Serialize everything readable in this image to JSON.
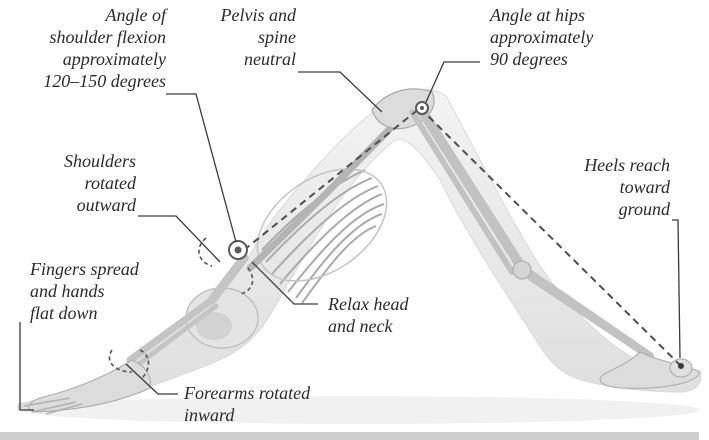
{
  "labels": {
    "shoulder_flexion": "Angle of\nshoulder flexion\napproximately\n120–150 degrees",
    "pelvis_spine": "Pelvis and\nspine\nneutral",
    "hip_angle": "Angle at hips\napproximately\n90 degrees",
    "shoulders_rotated": "Shoulders\nrotated\noutward",
    "heels": "Heels reach\ntoward\nground",
    "fingers": "Fingers spread\nand hands\nflat down",
    "relax_head": "Relax head\nand neck",
    "forearms": "Forearms rotated\ninward"
  },
  "colors": {
    "text": "#2b2b2b",
    "leader": "#3a3a3a",
    "body": "#e9e9e9",
    "bone": "#d6d6d6",
    "bone_dark": "#a9a9a9"
  }
}
